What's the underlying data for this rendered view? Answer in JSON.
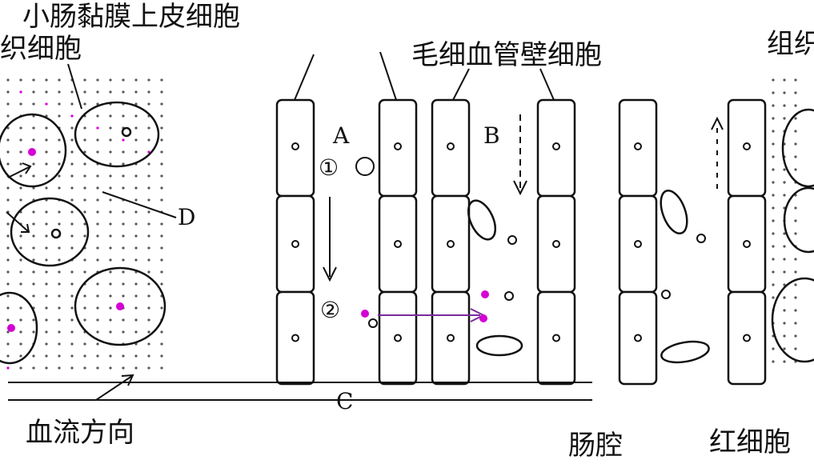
{
  "labels": {
    "epithelium": "小肠黏膜上皮细胞",
    "tissue_left": "织细胞",
    "capillary_wall": "毛细血管壁细胞",
    "tissue_right": "组织",
    "blood_flow": "血流方向",
    "intestine_cavity": "肠腔",
    "red_cell": "红细胞",
    "A": "A",
    "B": "B",
    "C": "C",
    "D": "D",
    "n1": "①",
    "n2": "②"
  },
  "colors": {
    "line": "#111111",
    "accent": "#d400d4",
    "fill": "#ffffff"
  }
}
